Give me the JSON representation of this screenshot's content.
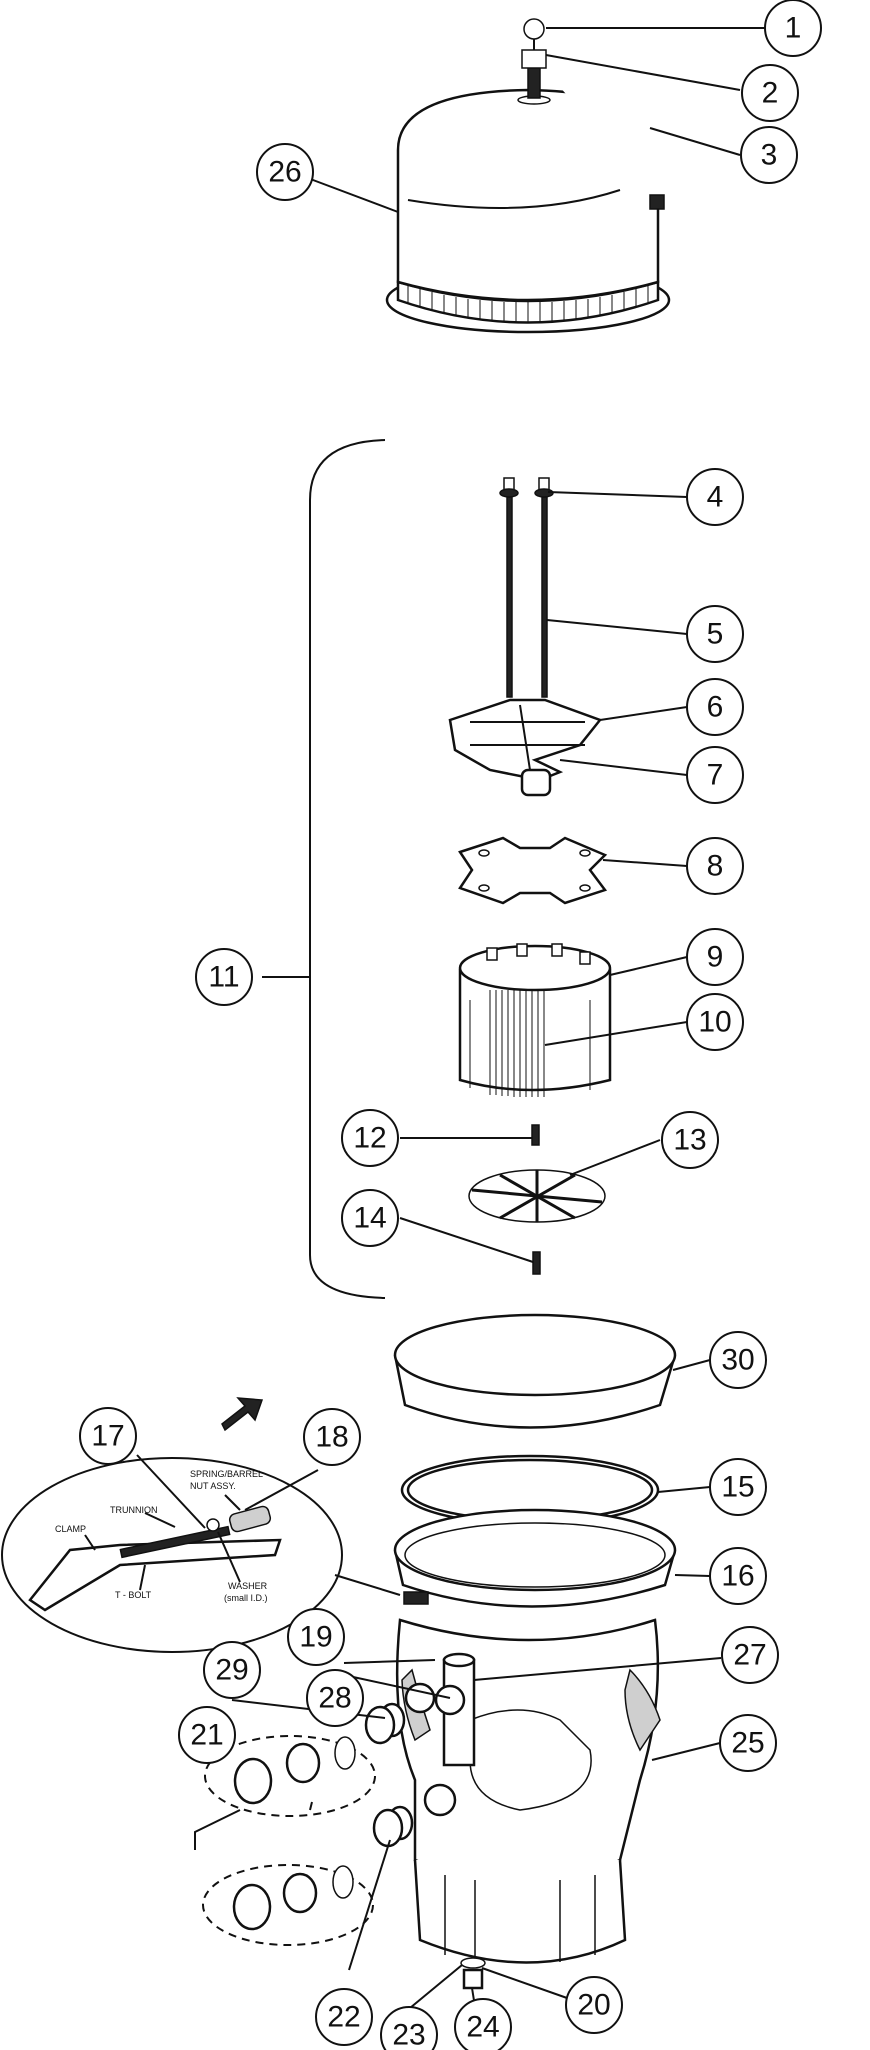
{
  "callouts": [
    {
      "id": "c1",
      "label": "1"
    },
    {
      "id": "c2",
      "label": "2"
    },
    {
      "id": "c3",
      "label": "3"
    },
    {
      "id": "c4",
      "label": "4"
    },
    {
      "id": "c5",
      "label": "5"
    },
    {
      "id": "c6",
      "label": "6"
    },
    {
      "id": "c7",
      "label": "7"
    },
    {
      "id": "c8",
      "label": "8"
    },
    {
      "id": "c9",
      "label": "9"
    },
    {
      "id": "c10",
      "label": "10"
    },
    {
      "id": "c11",
      "label": "11"
    },
    {
      "id": "c12",
      "label": "12"
    },
    {
      "id": "c13",
      "label": "13"
    },
    {
      "id": "c14",
      "label": "14"
    },
    {
      "id": "c15",
      "label": "15"
    },
    {
      "id": "c16",
      "label": "16"
    },
    {
      "id": "c17",
      "label": "17"
    },
    {
      "id": "c18",
      "label": "18"
    },
    {
      "id": "c19",
      "label": "19"
    },
    {
      "id": "c20",
      "label": "20"
    },
    {
      "id": "c21",
      "label": "21"
    },
    {
      "id": "c22",
      "label": "22"
    },
    {
      "id": "c23",
      "label": "23"
    },
    {
      "id": "c24",
      "label": "24"
    },
    {
      "id": "c25",
      "label": "25"
    },
    {
      "id": "c26",
      "label": "26"
    },
    {
      "id": "c27",
      "label": "27"
    },
    {
      "id": "c28",
      "label": "28"
    },
    {
      "id": "c29",
      "label": "29"
    },
    {
      "id": "c30",
      "label": "30"
    }
  ],
  "clamp_detail": {
    "spring_barrel_line1": "SPRING/BARREL",
    "spring_barrel_line2": "NUT ASSY.",
    "trunnion": "TRUNNION",
    "clamp": "CLAMP",
    "t_bolt": "T - BOLT",
    "washer_line1": "WASHER",
    "washer_line2": "(small I.D.)"
  }
}
